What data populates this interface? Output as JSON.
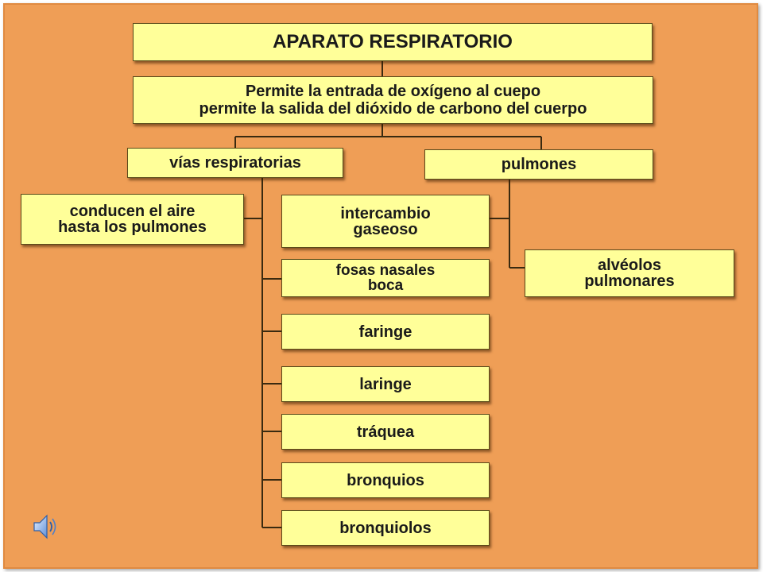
{
  "diagram": {
    "title": "APARATO RESPIRATORIO",
    "description": "Permite la entrada de oxígeno al cuepo\npermite la salida del dióxido de carbono del cuerpo",
    "vias": {
      "label": "vías respiratorias",
      "description": "conducen el aire\nhasta los pulmones",
      "function": "intercambio\ngaseoso",
      "parts": [
        "fosas nasales\nboca",
        "faringe",
        "laringe",
        "tráquea",
        "bronquios",
        "bronquiolos"
      ]
    },
    "pulmones": {
      "label": "pulmones",
      "part": "alvéolos\npulmonares"
    }
  },
  "colors": {
    "background": "#ef9e56",
    "box_fill": "#ffff99",
    "line": "#3a2a10"
  },
  "icons": {
    "speaker": "speaker-icon"
  }
}
